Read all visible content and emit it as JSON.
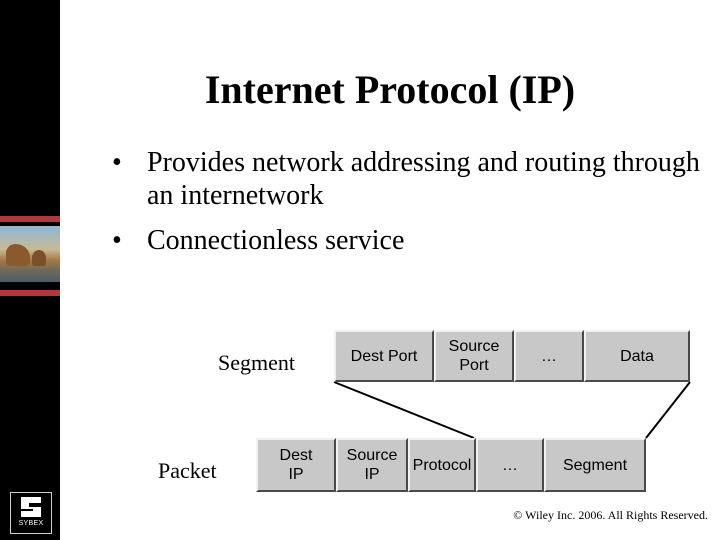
{
  "slide": {
    "title": "Internet Protocol (IP)",
    "bullets": [
      "Provides network addressing and routing through an internetwork",
      "Connectionless service"
    ],
    "bullet_symbol": "•",
    "copyright": "© Wiley Inc. 2006. All Rights Reserved."
  },
  "logo": {
    "text": "SYBEX"
  },
  "diagram": {
    "segment_label": "Segment",
    "packet_label": "Packet",
    "segment_fields": [
      "Dest Port",
      "Source Port",
      "…",
      "Data"
    ],
    "packet_fields": [
      "Dest IP",
      "Source IP",
      "Protocol",
      "…",
      "Segment"
    ]
  },
  "colors": {
    "box_fill": "#c8c8c8",
    "sidebar": "#000000",
    "stripe": "#b33a3a"
  }
}
